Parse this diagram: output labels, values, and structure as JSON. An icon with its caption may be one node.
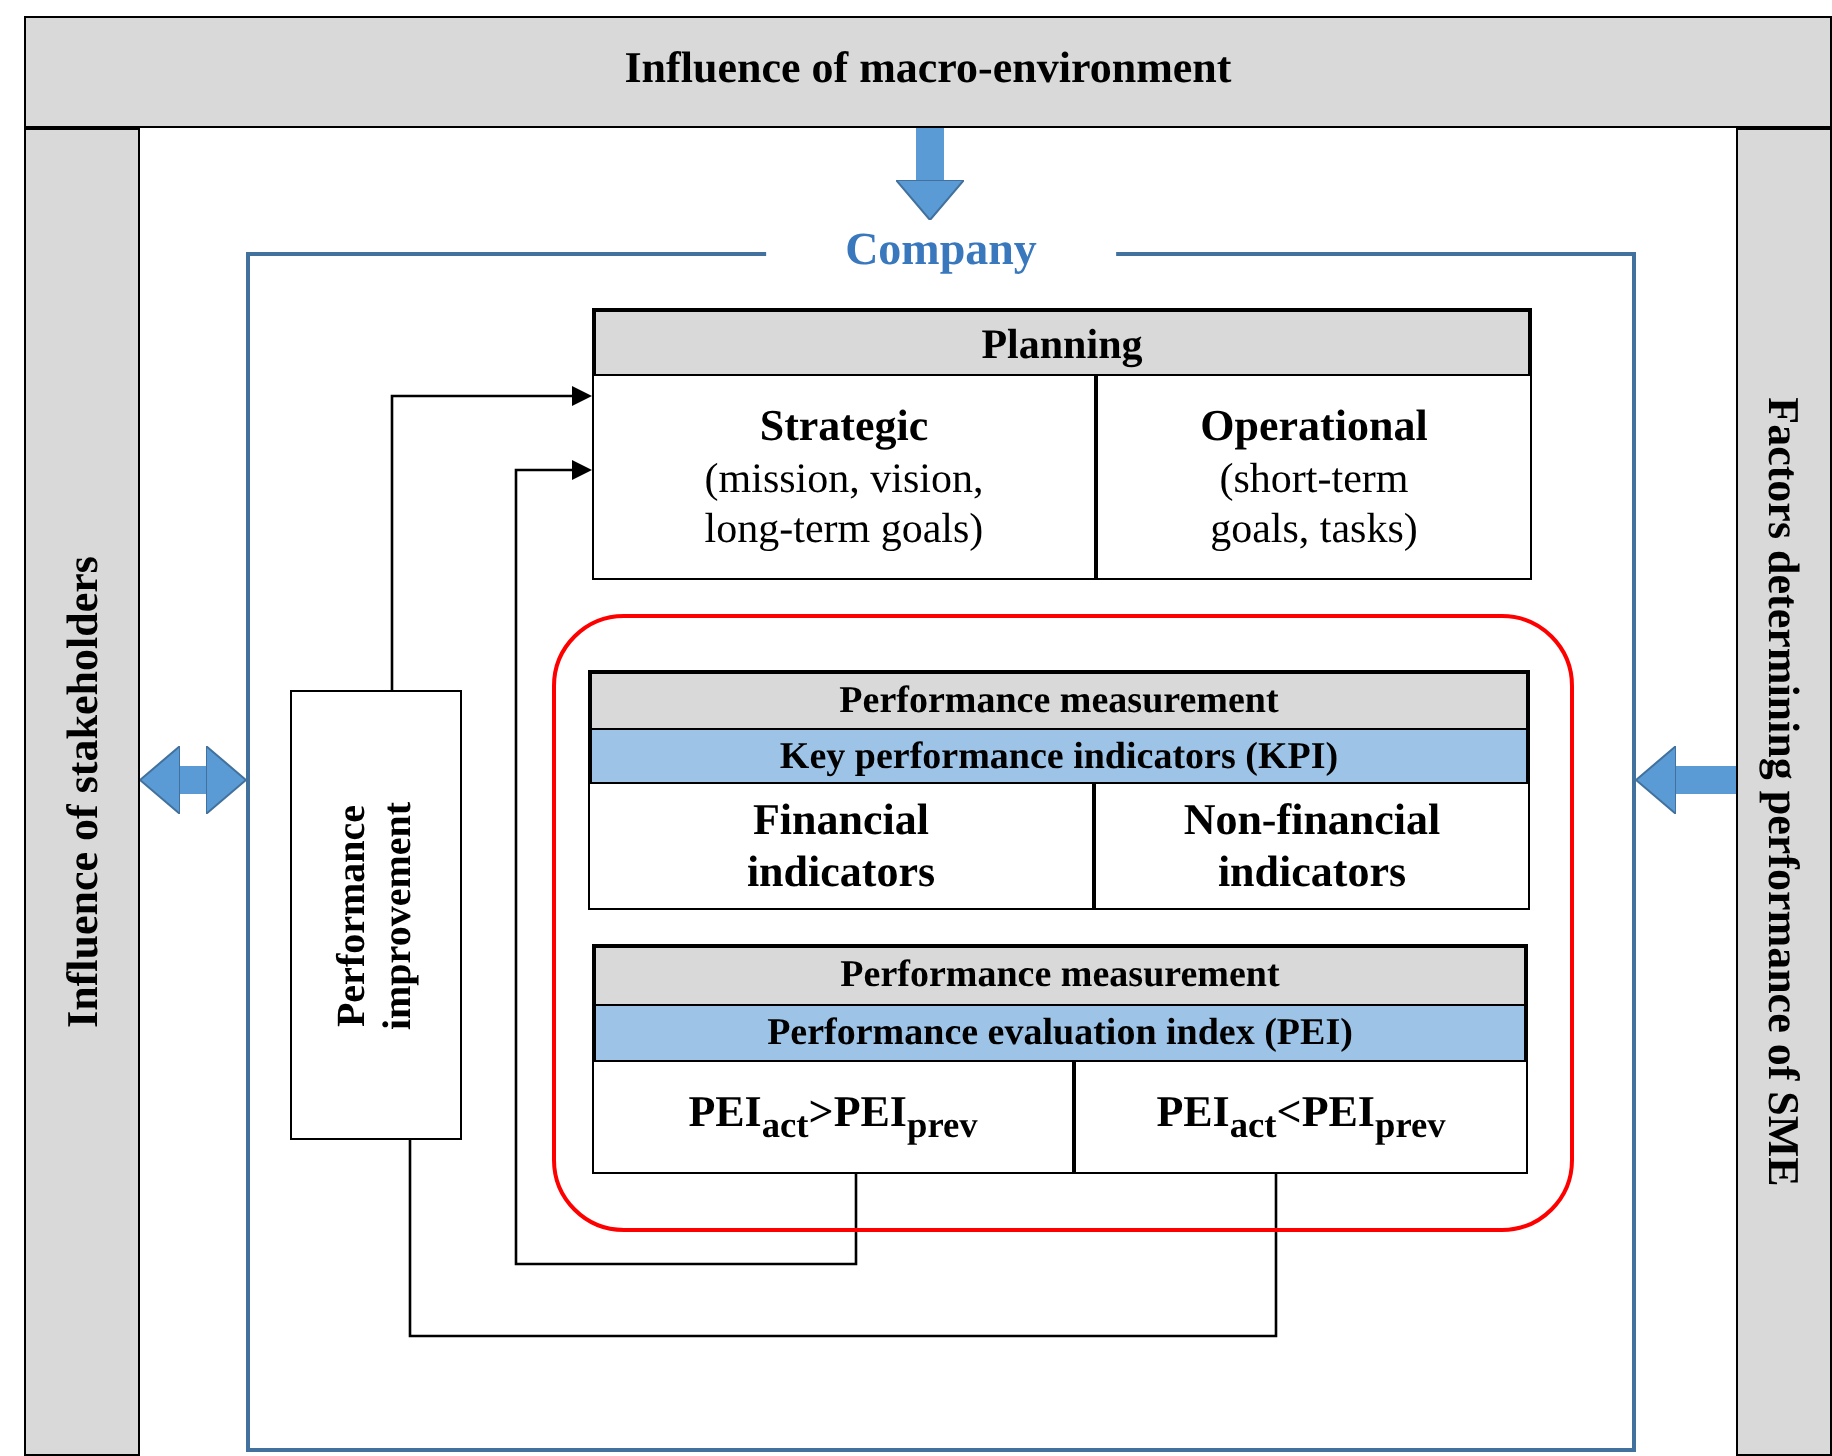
{
  "diagram": {
    "nodes": [
      {
        "text": [
          "Influence of macro-environment"
        ]
      },
      {
        "text": [
          "Influence of stakeholders"
        ]
      },
      {
        "text": [
          "Factors determining performance of SME"
        ]
      },
      {
        "text": [
          "Company"
        ]
      },
      {
        "text": [
          "Planning"
        ],
        "in": 3
      },
      {
        "text": [
          "Strategic",
          "(mission, vision, long-term goals)"
        ],
        "in": 4
      },
      {
        "text": [
          "Operational",
          "(short-term goals, tasks)"
        ],
        "in": 4
      },
      {
        "text": [],
        "shape": "box",
        "in": 3
      },
      {
        "text": [
          "Performance measurement",
          "Key performance indicators (KPI)"
        ],
        "in": 7
      },
      {
        "text": [
          "Financial indicators"
        ],
        "in": 8
      },
      {
        "text": [
          "Non-financial indicators"
        ],
        "in": 8
      },
      {
        "text": [
          "Performance measurement",
          "Performance evaluation index (PEI)"
        ],
        "in": 7
      },
      {
        "text": [
          "PEI$_{act}$>PEI$_{prev}$"
        ],
        "in": 11
      },
      {
        "text": [
          "PEI$_{act}$<PEI$_{prev}$"
        ],
        "in": 11
      },
      {
        "text": [
          "Performance improvement"
        ],
        "in": 3
      }
    ],
    "edges": [
      {
        "from": 0,
        "to": 3,
        "arrow": "to",
        "style": "thick",
        "color": "#5b9bd5"
      },
      {
        "from": 1,
        "to": 3,
        "arrow": "both",
        "style": "thick",
        "color": "#5b9bd5"
      },
      {
        "from": 2,
        "to": 3,
        "arrow": "to",
        "style": "thick",
        "color": "#5b9bd5"
      },
      {
        "from": 14,
        "to": 5,
        "arrow": "to",
        "color": "#000000"
      },
      {
        "from": 12,
        "to": 5,
        "arrow": "to",
        "color": "#000000"
      },
      {
        "from": 13,
        "to": 14,
        "arrow": "none",
        "color": "#000000"
      }
    ]
  }
}
